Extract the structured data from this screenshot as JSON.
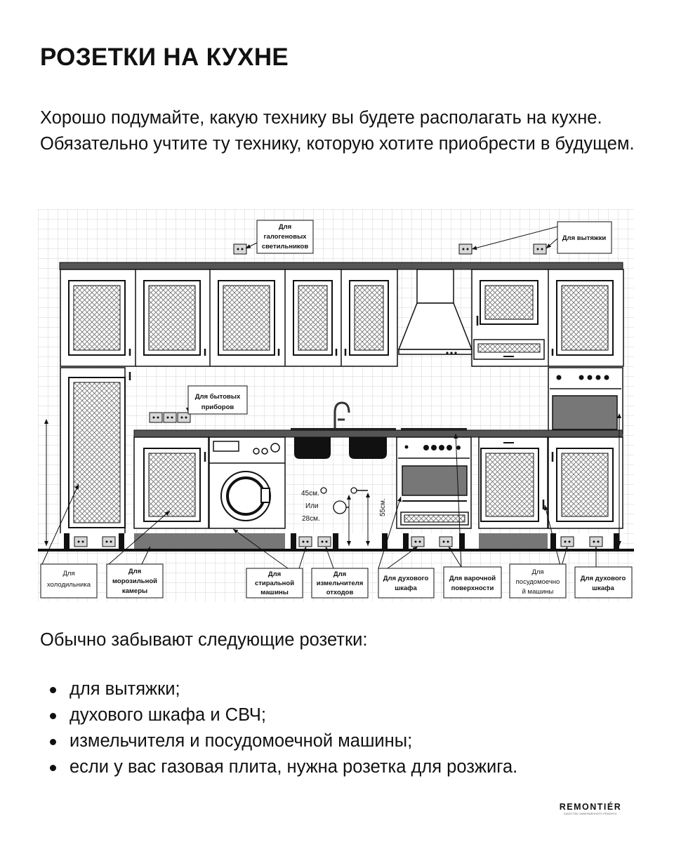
{
  "title": "РОЗЕТКИ НА КУХНЕ",
  "intro": "Хорошо подумайте, какую технику вы будете располагать на кухне. Обязательно учтите ту технику, которую хотите приобрести в будущем.",
  "diagram": {
    "labels": {
      "halogen": [
        "Для",
        "галогеновых",
        "светильников"
      ],
      "hood": [
        "Для вытяжки"
      ],
      "appliances": [
        "Для бытовых",
        "приборов"
      ],
      "fridge": [
        "Для",
        "холодильника"
      ],
      "freezer": [
        "Для",
        "морозильной",
        "камеры"
      ],
      "washer": [
        "Для",
        "стиральной",
        "машины"
      ],
      "disposer": [
        "Для",
        "измельчителя",
        "отходов"
      ],
      "oven1": [
        "Для духового",
        "шкафа"
      ],
      "hob": [
        "Для варочной",
        "поверхности"
      ],
      "dishwasher": [
        "Для",
        "посудомоечно",
        "й машины"
      ],
      "oven2": [
        "Для духового",
        "шкафа"
      ]
    },
    "dims": {
      "d45": "45см.",
      "or": "Или",
      "d28": "28см.",
      "d55": "55см."
    }
  },
  "forgotten_heading": "Обычно забывают следующие розетки:",
  "forgotten_items": [
    "для вытяжки;",
    "духового шкафа и СВЧ;",
    "измельчителя и посудомоечной машины;",
    "если у вас газовая плита, нужна розетка для розжига."
  ],
  "brand": {
    "name": "REMONTIÉR",
    "tagline": "КАЧЕСТВО ЗАВЕРШЁННОГО РЕМОНТА"
  }
}
